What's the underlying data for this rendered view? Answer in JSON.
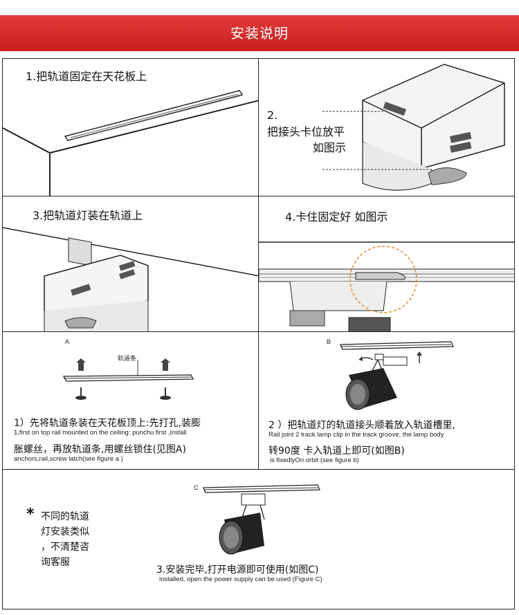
{
  "banner": {
    "title": "安装说明"
  },
  "steps": [
    {
      "num": "1.",
      "text": "把轨道固定在天花板上"
    },
    {
      "num": "2.",
      "line1": "把接头卡位放平",
      "line2": "如图示"
    },
    {
      "num": "3.",
      "text": "把轨道灯装在轨道上"
    },
    {
      "num": "4.",
      "text": "卡住固定好  如图示"
    }
  ],
  "figure_a": {
    "label": "A",
    "rail_label": "轨道条",
    "cn_line1": "1）先将轨道条装在天花板顶上:先打孔,装膨",
    "en_line1": "1,first on top rail mounted on the ceiling: punchu first ,install",
    "cn_line2": "胀螺丝，再放轨道条,用螺丝锁住(见图A)",
    "en_line2": "anchors,rail,screw latch(see figure a )"
  },
  "figure_b": {
    "label": "B",
    "cn_line1": "2 ）把轨道灯的轨道接头顺着放入轨道槽里,",
    "en_line1": "Rail joint 2 track lamp clip in the track groove, the lamp body",
    "cn_line2": "转90度 卡入轨道上即可(如图B)",
    "en_line2": "is fixedlyOn orbit (see figure b)"
  },
  "figure_c": {
    "label": "C",
    "note_star": "*",
    "note_lines": [
      "不同的轨道",
      "灯安装类似",
      "，不清楚咨",
      "询客服"
    ],
    "cn_line": "3.安装完毕,打开电源即可使用(如图C)",
    "en_line": "installed, open the power supply can be used (Figure C)"
  },
  "colors": {
    "banner": "#d62828",
    "highlight_circle": "#e08a2c"
  }
}
